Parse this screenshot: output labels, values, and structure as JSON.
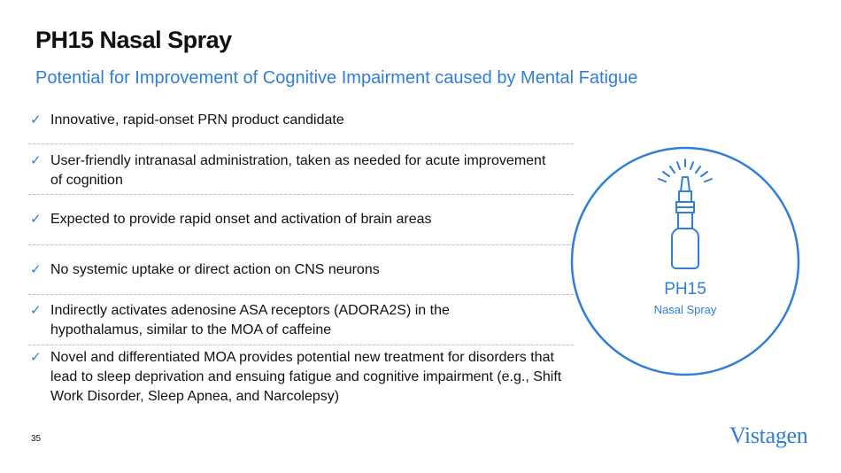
{
  "title": "PH15 Nasal Spray",
  "subtitle": "Potential for Improvement of Cognitive Impairment caused by Mental Fatigue",
  "bullets": [
    {
      "check": "✓",
      "text": "Innovative, rapid-onset PRN product candidate"
    },
    {
      "check": "✓",
      "text": "User-friendly intranasal administration, taken as needed for acute improvement of cognition"
    },
    {
      "check": "✓",
      "text": "Expected to provide rapid onset and activation of brain areas"
    },
    {
      "check": "✓",
      "text": "No systemic uptake or direct action on CNS neurons"
    },
    {
      "check": "✓",
      "text": "Indirectly activates adenosine ASA receptors (ADORA2S) in the hypothalamus, similar to the MOA of caffeine"
    },
    {
      "check": "✓",
      "text": "Novel and differentiated MOA provides potential new treatment for disorders that lead to sleep deprivation and ensuing fatigue and cognitive impairment (e.g., Shift Work Disorder, Sleep Apnea, and Narcolepsy)"
    }
  ],
  "badge": {
    "title": "PH15",
    "subtitle": "Nasal Spray"
  },
  "page_number": "35",
  "logo": "Vistagen",
  "colors": {
    "accent": "#2f7ed8",
    "divider": "#bfbfbf"
  }
}
